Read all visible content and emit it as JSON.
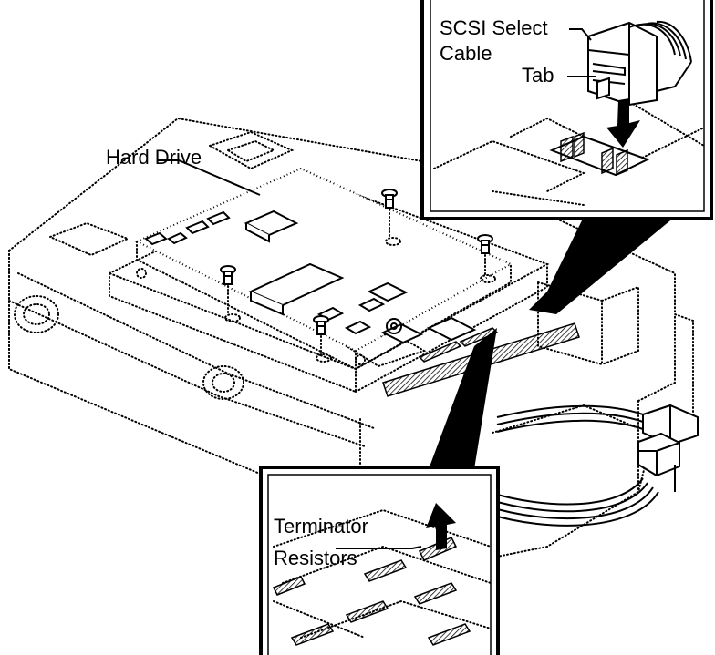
{
  "labels": {
    "hard_drive": "Hard Drive",
    "scsi_select_line1": "SCSI Select",
    "scsi_select_line2": "Cable",
    "tab": "Tab",
    "terminator_line1": "Terminator",
    "terminator_line2": "Resistors"
  },
  "icons": {
    "down_arrow": "down-arrow-icon",
    "up_arrow": "up-arrow-icon"
  },
  "colors": {
    "ink": "#000000",
    "paper": "#ffffff"
  }
}
